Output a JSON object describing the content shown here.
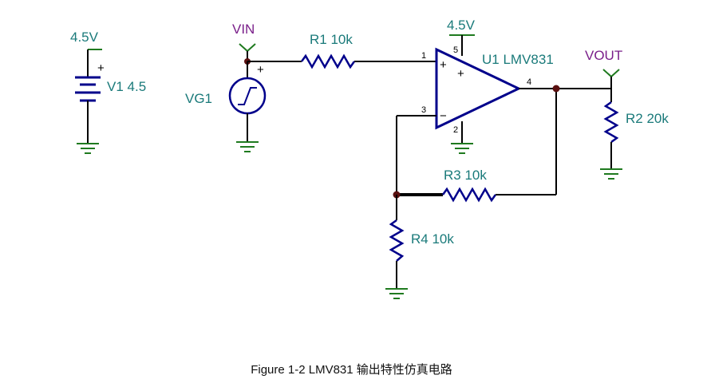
{
  "caption": "Figure 1-2 LMV831 输出特性仿真电路",
  "labels": {
    "v1_supply": "4.5V",
    "v1_name": "V1 4.5",
    "vin": "VIN",
    "vg1": "VG1",
    "r1": "R1 10k",
    "opamp_supply": "4.5V",
    "u1": "U1 LMV831",
    "vout": "VOUT",
    "r2": "R2 20k",
    "r3": "R3 10k",
    "r4": "R4 10k"
  },
  "pins": {
    "p1": "1",
    "p2": "2",
    "p3": "3",
    "p4": "4",
    "p5": "5"
  },
  "signs": {
    "v1_plus": "+",
    "vg1_plus": "+",
    "opamp_noninv": "+",
    "opamp_inv": "−",
    "opamp_supply": "+"
  },
  "colors": {
    "component": "#00008b",
    "wire": "#000000",
    "label": "#1a7a7a",
    "net_label": "#7a1f8a",
    "ground": "#1f7a1f"
  }
}
